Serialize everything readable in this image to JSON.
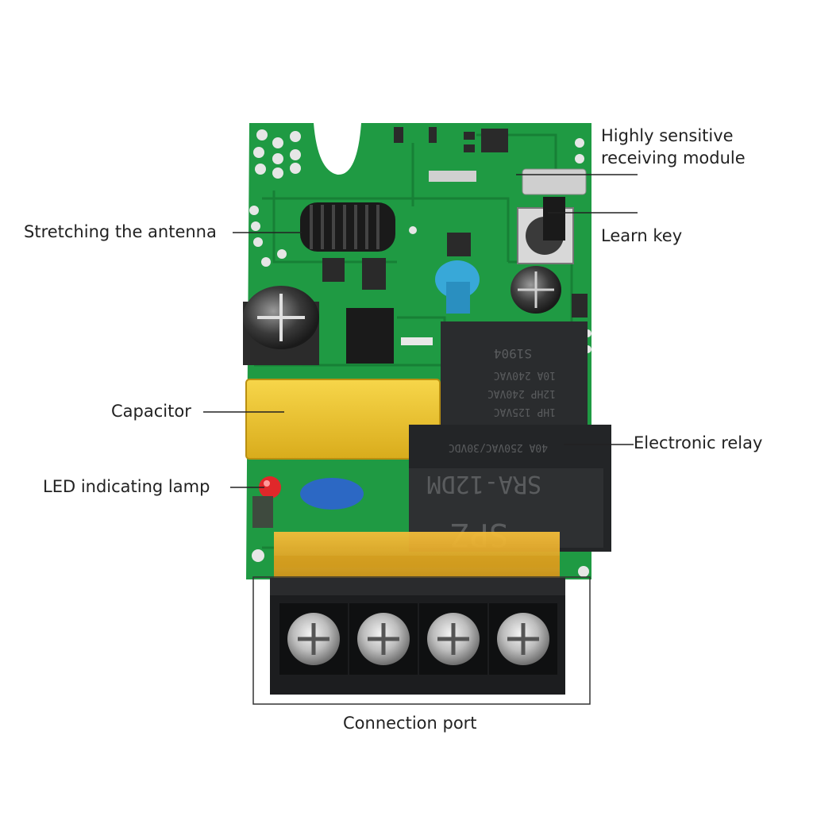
{
  "labels": {
    "receiving_module": {
      "line1": "Highly sensitive",
      "line2": "receiving module"
    },
    "antenna": "Stretching the antenna",
    "learn_key": "Learn key",
    "capacitor": "Capacitor",
    "relay": "Electronic relay",
    "led": "LED indicating lamp",
    "connection_port": "Connection port"
  },
  "relay_markings": {
    "model": "SRA-12DM",
    "ratings": [
      "10A 240VAC",
      "12HP 240VAC",
      "1HP 125VAC",
      "40A 250VAC/30VDC"
    ],
    "date_code": "S1904",
    "brand": "SPZ"
  },
  "colors": {
    "pcb": "#1f9a43",
    "pcb_dark": "#167a33",
    "capacitor_yellow": "#f2c72e",
    "relay_black": "#2a2c2e",
    "terminal_black": "#1c1d1f",
    "orange_cover": "#e8a820"
  }
}
